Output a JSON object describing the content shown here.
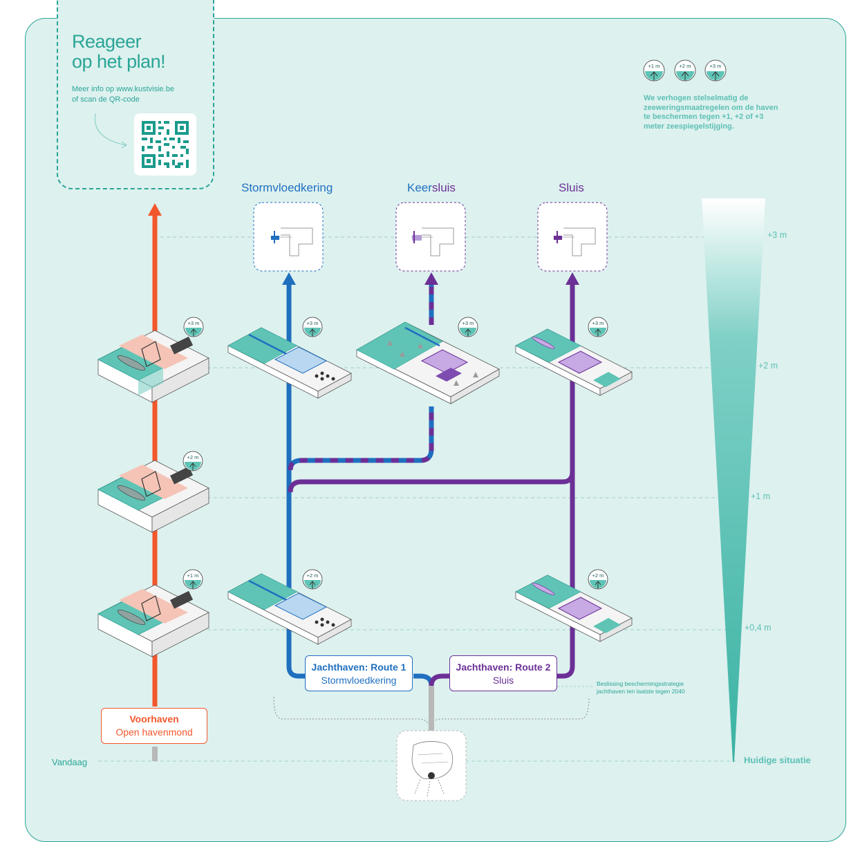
{
  "info": {
    "title_line1": "Reageer",
    "title_line2": "op het plan!",
    "text_line1": "Meer info op www.kustvisie.be",
    "text_line2": "of scan de QR-code"
  },
  "routes": {
    "stormvloedkering": "Stormvloedkering",
    "keersluis_part1": "Keer",
    "keersluis_part2": "sluis",
    "sluis": "Sluis"
  },
  "levels": {
    "plus3": "+3 m",
    "plus2": "+2 m",
    "plus1": "+1 m",
    "plus04": "+0,4 m",
    "current": "Huidige situatie",
    "today": "Vandaag"
  },
  "note": {
    "line1": "We verhogen stelselmatig de",
    "line2": "zeeweringsmaatregelen om de haven",
    "line3": "te beschermen tegen +1, +2 of +3",
    "line4": "meter zeespiegelstijging."
  },
  "badges": {
    "b1": "+1 m",
    "b2": "+2 m",
    "b3": "+3 m"
  },
  "boxes": {
    "voorhaven_main": "Voorhaven",
    "voorhaven_sub": "Open havenmond",
    "route1_main": "Jachthaven: Route 1",
    "route1_sub": "Stormvloedkering",
    "route2_main": "Jachthaven: Route 2",
    "route2_sub": "Sluis"
  },
  "decision": {
    "line1": "Beslissing beschermingsstrategie",
    "line2": "jachthaven ten laatste tegen 2040"
  },
  "colors": {
    "teal": "#2aa596",
    "orange": "#f2572c",
    "blue": "#1f6fbf",
    "purple": "#6b2f96",
    "background": "#ddf1ef"
  }
}
